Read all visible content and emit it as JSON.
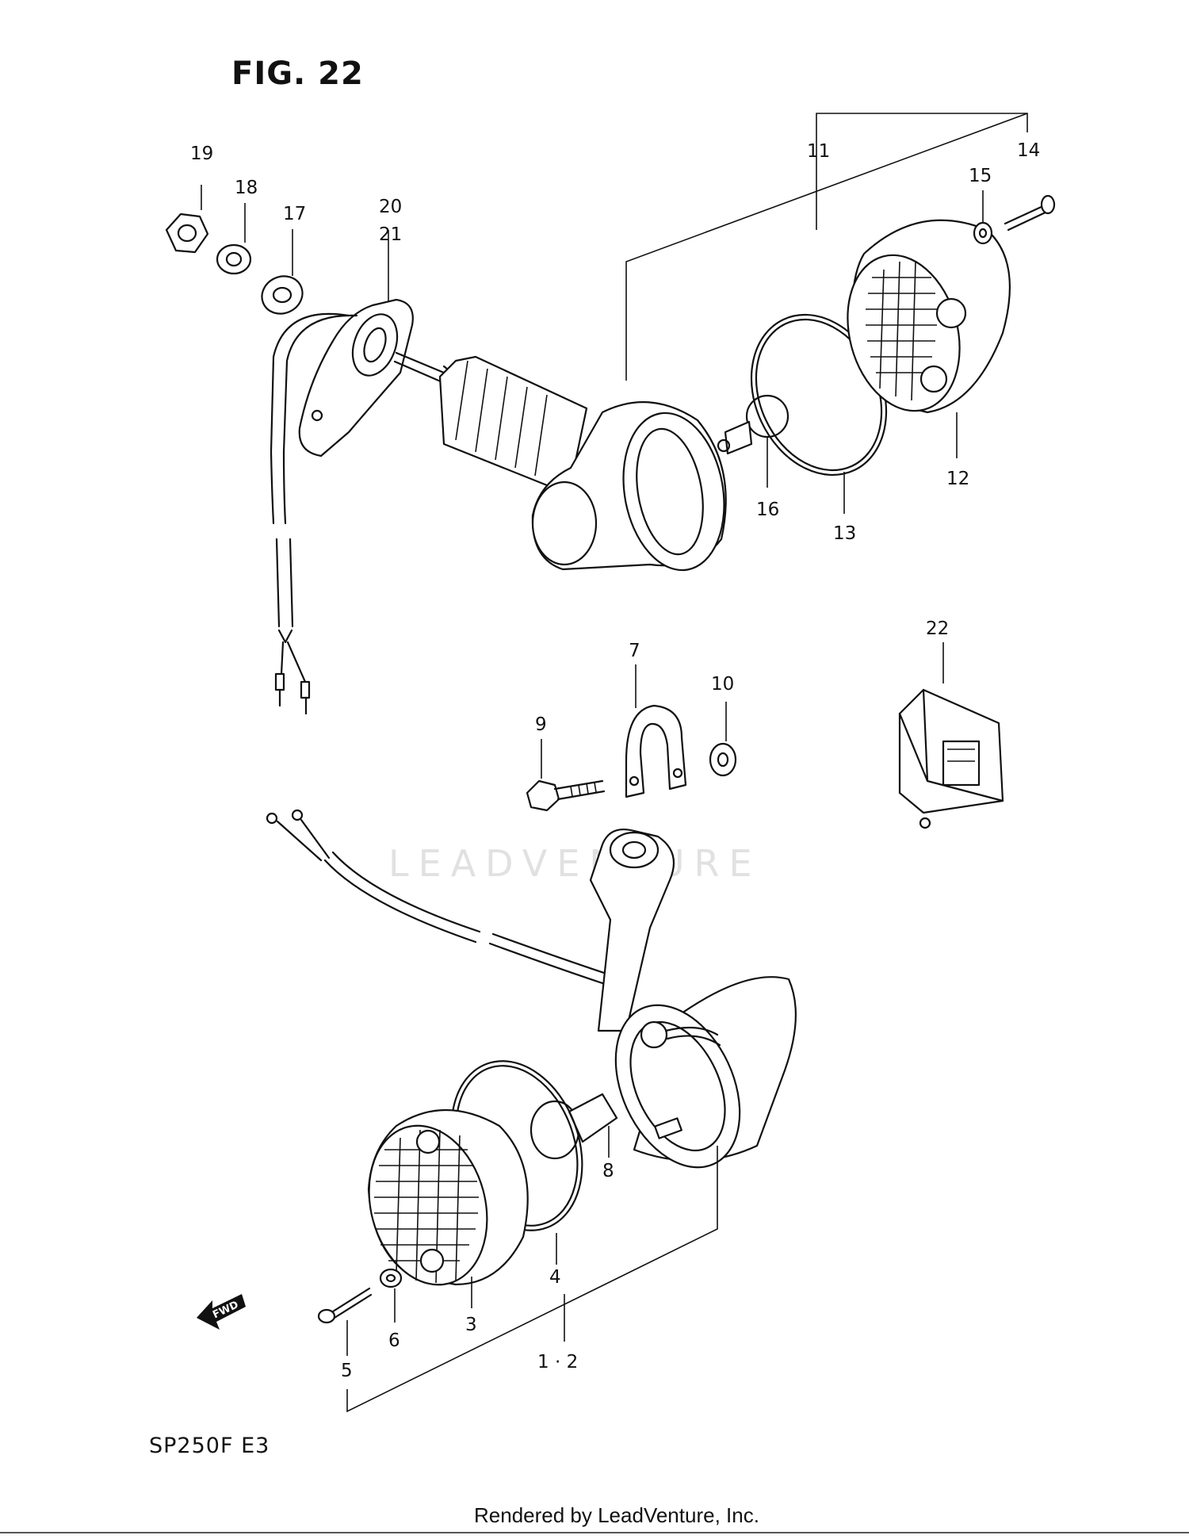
{
  "figure": {
    "title": "FIG. 22",
    "model": "SP250F  E3",
    "footer": "Rendered by LeadVenture, Inc.",
    "watermark": "LEADVENTURE",
    "fwd_label": "FWD"
  },
  "callouts": {
    "c1_2": "1 · 2",
    "c3": "3",
    "c4": "4",
    "c5": "5",
    "c6": "6",
    "c7": "7",
    "c8": "8",
    "c9": "9",
    "c10": "10",
    "c11": "11",
    "c12": "12",
    "c13": "13",
    "c14": "14",
    "c15": "15",
    "c16": "16",
    "c17": "17",
    "c18": "18",
    "c19": "19",
    "c20_21": "20\n21",
    "c22": "22"
  },
  "colors": {
    "ink": "#111111",
    "watermark": "#c9c9c9"
  }
}
